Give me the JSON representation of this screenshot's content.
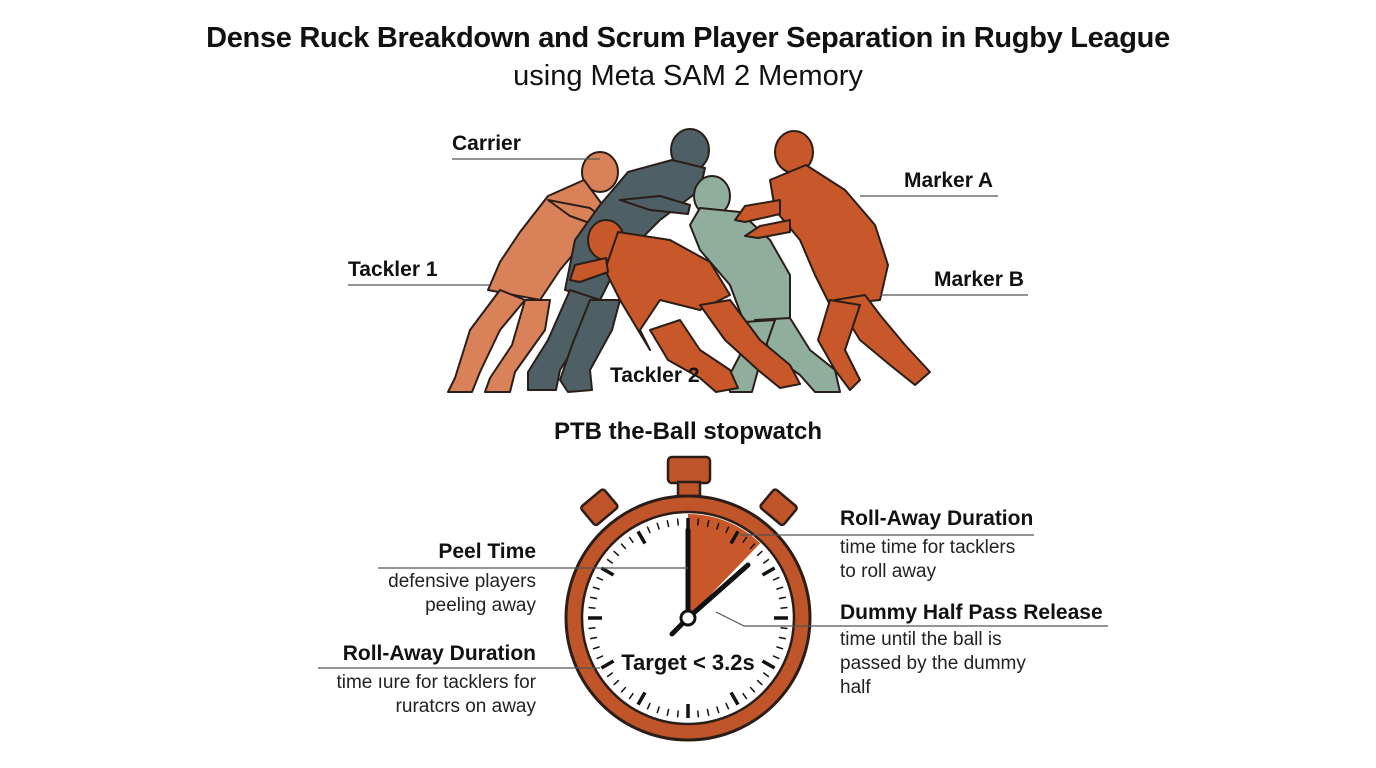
{
  "header": {
    "title": "Dense Ruck Breakdown and Scrum Player Separation in Rugby League",
    "subtitle": "using Meta SAM 2 Memory"
  },
  "players": {
    "carrier": "Carrier",
    "tackler_1": "Tackler 1",
    "tackler_2": "Tackler 2",
    "marker_a": "Marker A",
    "marker_b": "Marker B"
  },
  "stopwatch": {
    "section_title": "PTB the-Ball stopwatch",
    "target": "Target < 3.2s",
    "highlight_fraction": 0.1,
    "annotations": {
      "peel_time": {
        "label": "Peel Time",
        "desc": "defensive players\npeeling away"
      },
      "roll_away_left": {
        "label": "Roll-Away Duration",
        "desc": "time ıure for tacklers for\nruratcrs on away"
      },
      "roll_away_right": {
        "label": "Roll-Away Duration",
        "desc": "time time for tacklers\nto roll away"
      },
      "dummy_half": {
        "label": "Dummy Half Pass Release",
        "desc": "time until the ball is\npassed by the dummy\nhalf"
      }
    }
  },
  "colors": {
    "orange_dark": "#c8582a",
    "orange_light": "#d9825a",
    "slate": "#4f5f66",
    "sage": "#8fae9e",
    "stopwatch_face": "#ffffff",
    "stopwatch_ring": "#c0552a"
  }
}
